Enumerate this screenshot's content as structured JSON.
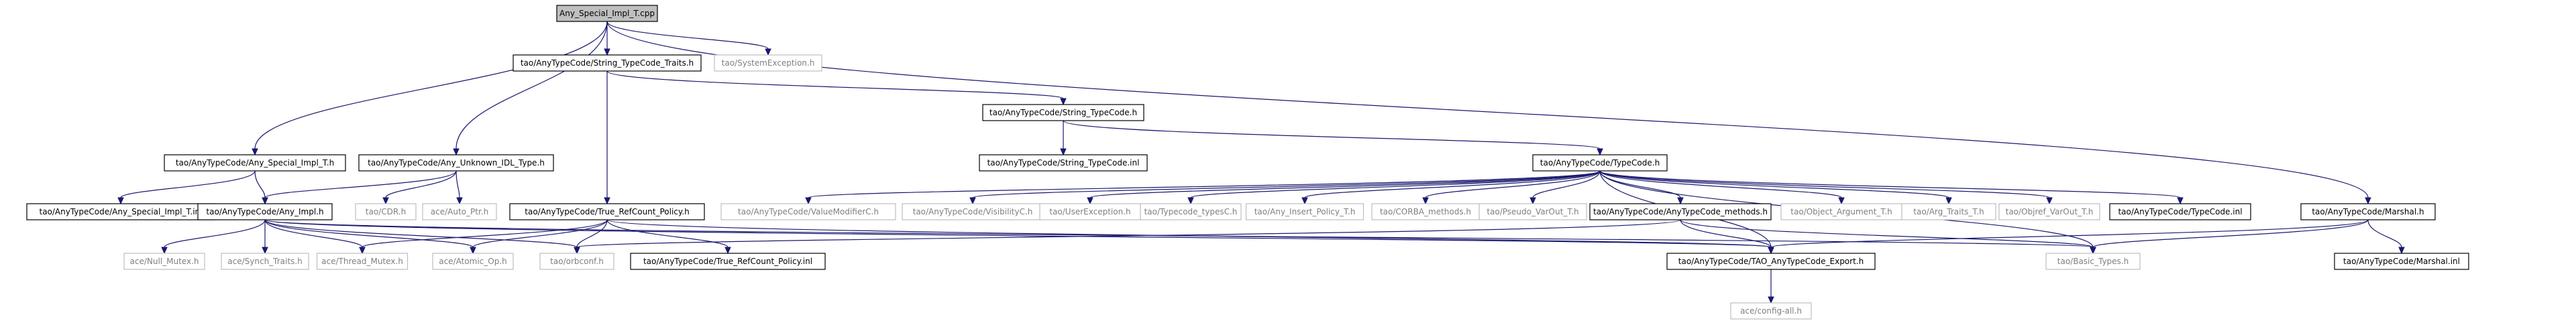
{
  "colors": {
    "edge": "#191970",
    "root_fill": "#bfbfbf",
    "local_border": "#000000",
    "external_border": "#bfbfbf",
    "external_text": "#7f7f7f"
  },
  "nodes": [
    {
      "id": "any_special_impl_t_cpp",
      "label": "Any_Special_Impl_T.cpp",
      "kind": "root"
    },
    {
      "id": "string_typecode_traits_h",
      "label": "tao/AnyTypeCode/String_TypeCode_Traits.h",
      "kind": "local"
    },
    {
      "id": "systemexception_h",
      "label": "tao/SystemException.h",
      "kind": "external"
    },
    {
      "id": "string_typecode_h",
      "label": "tao/AnyTypeCode/String_TypeCode.h",
      "kind": "local"
    },
    {
      "id": "string_typecode_inl",
      "label": "tao/AnyTypeCode/String_TypeCode.inl",
      "kind": "local"
    },
    {
      "id": "typecode_h",
      "label": "tao/AnyTypeCode/TypeCode.h",
      "kind": "local"
    },
    {
      "id": "any_special_impl_t_h",
      "label": "tao/AnyTypeCode/Any_Special_Impl_T.h",
      "kind": "local"
    },
    {
      "id": "any_unknown_idl_type_h",
      "label": "tao/AnyTypeCode/Any_Unknown_IDL_Type.h",
      "kind": "local"
    },
    {
      "id": "any_special_impl_t_inl",
      "label": "tao/AnyTypeCode/Any_Special_Impl_T.inl",
      "kind": "local"
    },
    {
      "id": "any_impl_h",
      "label": "tao/AnyTypeCode/Any_Impl.h",
      "kind": "local"
    },
    {
      "id": "cdr_h",
      "label": "tao/CDR.h",
      "kind": "external"
    },
    {
      "id": "auto_ptr_h",
      "label": "ace/Auto_Ptr.h",
      "kind": "external"
    },
    {
      "id": "true_refcount_policy_h",
      "label": "tao/AnyTypeCode/True_RefCount_Policy.h",
      "kind": "local"
    },
    {
      "id": "valuemodifierc_h",
      "label": "tao/AnyTypeCode/ValueModifierC.h",
      "kind": "external"
    },
    {
      "id": "visibilityc_h",
      "label": "tao/AnyTypeCode/VisibilityC.h",
      "kind": "external"
    },
    {
      "id": "userexception_h",
      "label": "tao/UserException.h",
      "kind": "external"
    },
    {
      "id": "typecode_typesc_h",
      "label": "tao/Typecode_typesC.h",
      "kind": "external"
    },
    {
      "id": "any_insert_policy_t_h",
      "label": "tao/Any_Insert_Policy_T.h",
      "kind": "external"
    },
    {
      "id": "corba_methods_h",
      "label": "tao/CORBA_methods.h",
      "kind": "external"
    },
    {
      "id": "pseudo_varout_t_h",
      "label": "tao/Pseudo_VarOut_T.h",
      "kind": "external"
    },
    {
      "id": "anytypecode_methods_h",
      "label": "tao/AnyTypeCode/AnyTypeCode_methods.h",
      "kind": "local"
    },
    {
      "id": "object_argument_t_h",
      "label": "tao/Object_Argument_T.h",
      "kind": "external"
    },
    {
      "id": "arg_traits_t_h",
      "label": "tao/Arg_Traits_T.h",
      "kind": "external"
    },
    {
      "id": "objref_varout_t_h",
      "label": "tao/Objref_VarOut_T.h",
      "kind": "external"
    },
    {
      "id": "typecode_inl",
      "label": "tao/AnyTypeCode/TypeCode.inl",
      "kind": "local"
    },
    {
      "id": "marshal_h",
      "label": "tao/AnyTypeCode/Marshal.h",
      "kind": "local"
    },
    {
      "id": "null_mutex_h",
      "label": "ace/Null_Mutex.h",
      "kind": "external"
    },
    {
      "id": "synch_traits_h",
      "label": "ace/Synch_Traits.h",
      "kind": "external"
    },
    {
      "id": "thread_mutex_h",
      "label": "ace/Thread_Mutex.h",
      "kind": "external"
    },
    {
      "id": "atomic_op_h",
      "label": "ace/Atomic_Op.h",
      "kind": "external"
    },
    {
      "id": "orbconf_h",
      "label": "tao/orbconf.h",
      "kind": "external"
    },
    {
      "id": "true_refcount_policy_inl",
      "label": "tao/AnyTypeCode/True_RefCount_Policy.inl",
      "kind": "local"
    },
    {
      "id": "tao_anytypecode_export_h",
      "label": "tao/AnyTypeCode/TAO_AnyTypeCode_Export.h",
      "kind": "local"
    },
    {
      "id": "basic_types_h",
      "label": "tao/Basic_Types.h",
      "kind": "external"
    },
    {
      "id": "marshal_inl",
      "label": "tao/AnyTypeCode/Marshal.inl",
      "kind": "local"
    },
    {
      "id": "config_all_h",
      "label": "ace/config-all.h",
      "kind": "external"
    }
  ],
  "edges": [
    {
      "from": "any_special_impl_t_cpp",
      "to": "string_typecode_traits_h"
    },
    {
      "from": "any_special_impl_t_cpp",
      "to": "systemexception_h"
    },
    {
      "from": "any_special_impl_t_cpp",
      "to": "any_special_impl_t_h"
    },
    {
      "from": "any_special_impl_t_cpp",
      "to": "any_unknown_idl_type_h"
    },
    {
      "from": "any_special_impl_t_cpp",
      "to": "marshal_h"
    },
    {
      "from": "string_typecode_traits_h",
      "to": "string_typecode_h"
    },
    {
      "from": "string_typecode_traits_h",
      "to": "true_refcount_policy_h"
    },
    {
      "from": "string_typecode_h",
      "to": "string_typecode_inl"
    },
    {
      "from": "string_typecode_h",
      "to": "typecode_h"
    },
    {
      "from": "typecode_h",
      "to": "valuemodifierc_h"
    },
    {
      "from": "typecode_h",
      "to": "visibilityc_h"
    },
    {
      "from": "typecode_h",
      "to": "userexception_h"
    },
    {
      "from": "typecode_h",
      "to": "typecode_typesc_h"
    },
    {
      "from": "typecode_h",
      "to": "any_insert_policy_t_h"
    },
    {
      "from": "typecode_h",
      "to": "corba_methods_h"
    },
    {
      "from": "typecode_h",
      "to": "pseudo_varout_t_h"
    },
    {
      "from": "typecode_h",
      "to": "anytypecode_methods_h"
    },
    {
      "from": "typecode_h",
      "to": "object_argument_t_h"
    },
    {
      "from": "typecode_h",
      "to": "arg_traits_t_h"
    },
    {
      "from": "typecode_h",
      "to": "objref_varout_t_h"
    },
    {
      "from": "typecode_h",
      "to": "typecode_inl"
    },
    {
      "from": "typecode_h",
      "to": "tao_anytypecode_export_h"
    },
    {
      "from": "typecode_h",
      "to": "basic_types_h"
    },
    {
      "from": "any_special_impl_t_h",
      "to": "any_special_impl_t_inl"
    },
    {
      "from": "any_special_impl_t_h",
      "to": "any_impl_h"
    },
    {
      "from": "any_unknown_idl_type_h",
      "to": "any_impl_h"
    },
    {
      "from": "any_unknown_idl_type_h",
      "to": "cdr_h"
    },
    {
      "from": "any_unknown_idl_type_h",
      "to": "auto_ptr_h"
    },
    {
      "from": "any_impl_h",
      "to": "null_mutex_h"
    },
    {
      "from": "any_impl_h",
      "to": "synch_traits_h"
    },
    {
      "from": "any_impl_h",
      "to": "thread_mutex_h"
    },
    {
      "from": "any_impl_h",
      "to": "atomic_op_h"
    },
    {
      "from": "any_impl_h",
      "to": "orbconf_h"
    },
    {
      "from": "any_impl_h",
      "to": "tao_anytypecode_export_h"
    },
    {
      "from": "any_impl_h",
      "to": "basic_types_h"
    },
    {
      "from": "true_refcount_policy_h",
      "to": "thread_mutex_h"
    },
    {
      "from": "true_refcount_policy_h",
      "to": "atomic_op_h"
    },
    {
      "from": "true_refcount_policy_h",
      "to": "orbconf_h"
    },
    {
      "from": "true_refcount_policy_h",
      "to": "true_refcount_policy_inl"
    },
    {
      "from": "true_refcount_policy_h",
      "to": "tao_anytypecode_export_h"
    },
    {
      "from": "anytypecode_methods_h",
      "to": "tao_anytypecode_export_h"
    },
    {
      "from": "anytypecode_methods_h",
      "to": "basic_types_h"
    },
    {
      "from": "anytypecode_methods_h",
      "to": "orbconf_h"
    },
    {
      "from": "marshal_h",
      "to": "tao_anytypecode_export_h"
    },
    {
      "from": "marshal_h",
      "to": "basic_types_h"
    },
    {
      "from": "marshal_h",
      "to": "marshal_inl"
    },
    {
      "from": "tao_anytypecode_export_h",
      "to": "config_all_h"
    }
  ]
}
